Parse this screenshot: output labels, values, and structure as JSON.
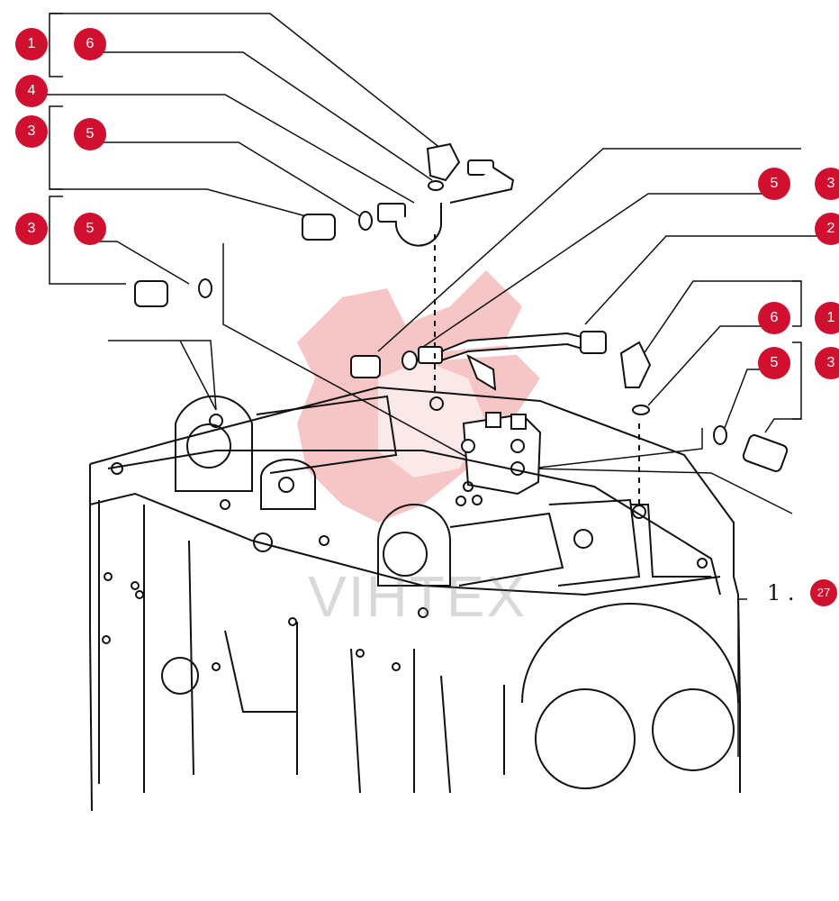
{
  "watermark": {
    "text": "VIHTEX",
    "color": "#e8342f"
  },
  "callouts": [
    {
      "label": "1"
    },
    {
      "label": "6"
    },
    {
      "label": "4"
    },
    {
      "label": "3"
    },
    {
      "label": "5"
    },
    {
      "label": "3"
    },
    {
      "label": "5"
    },
    {
      "label": "5"
    },
    {
      "label": "3"
    },
    {
      "label": "2"
    },
    {
      "label": "6"
    },
    {
      "label": "1"
    },
    {
      "label": "5"
    },
    {
      "label": "3"
    },
    {
      "label": "27"
    }
  ],
  "reference": {
    "text": "1 ."
  },
  "colors": {
    "callout": "#d0102e",
    "line": "#111111"
  }
}
